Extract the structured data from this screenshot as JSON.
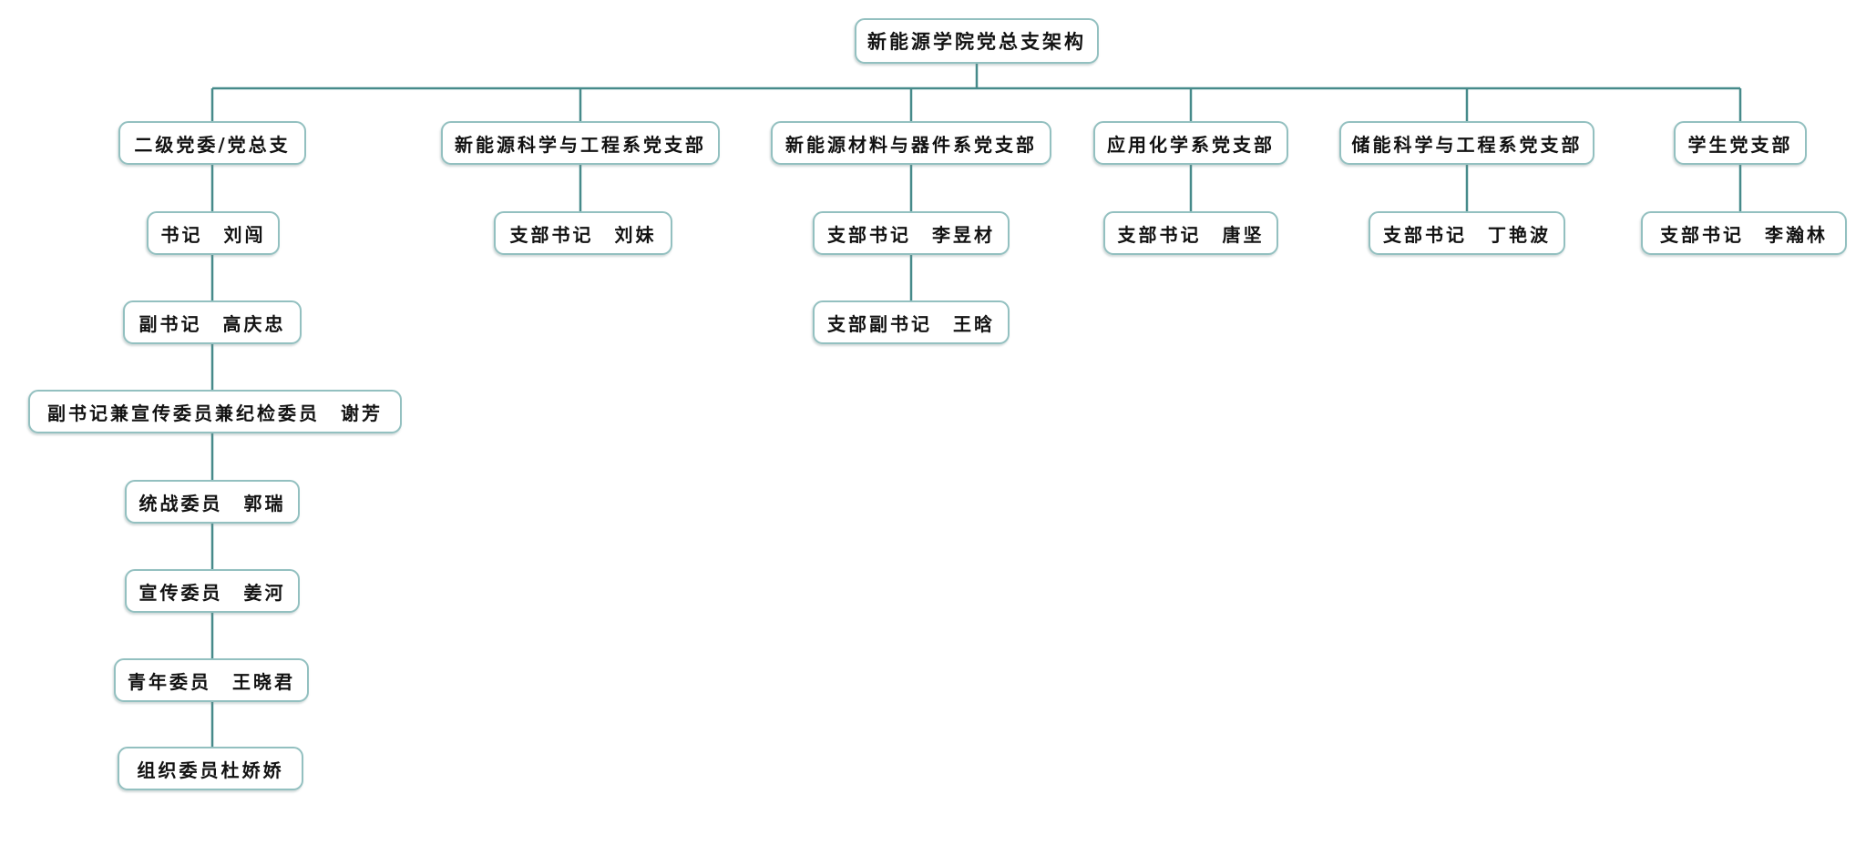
{
  "title": "新能源学院党总支架构",
  "colors": {
    "line": "#468a8a",
    "box_border": "#93c0c0",
    "text": "#121212",
    "background": "#ffffff"
  },
  "root": {
    "label": "新能源学院党总支架构"
  },
  "branches": [
    {
      "label": "二级党委/党总支",
      "children": [
        "书记　刘闯",
        "副书记　高庆忠",
        "副书记兼宣传委员兼纪检委员　谢芳",
        "统战委员　郭瑞",
        "宣传委员　姜河",
        "青年委员　王晓君",
        "组织委员杜娇娇"
      ]
    },
    {
      "label": "新能源科学与工程系党支部",
      "children": [
        "支部书记　刘妹"
      ]
    },
    {
      "label": "新能源材料与器件系党支部",
      "children": [
        "支部书记　李昱材",
        "支部副书记　王晗"
      ]
    },
    {
      "label": "应用化学系党支部",
      "children": [
        "支部书记　唐坚"
      ]
    },
    {
      "label": "储能科学与工程系党支部",
      "children": [
        "支部书记　丁艳波"
      ]
    },
    {
      "label": "学生党支部",
      "children": [
        "支部书记　李瀚林"
      ]
    }
  ]
}
